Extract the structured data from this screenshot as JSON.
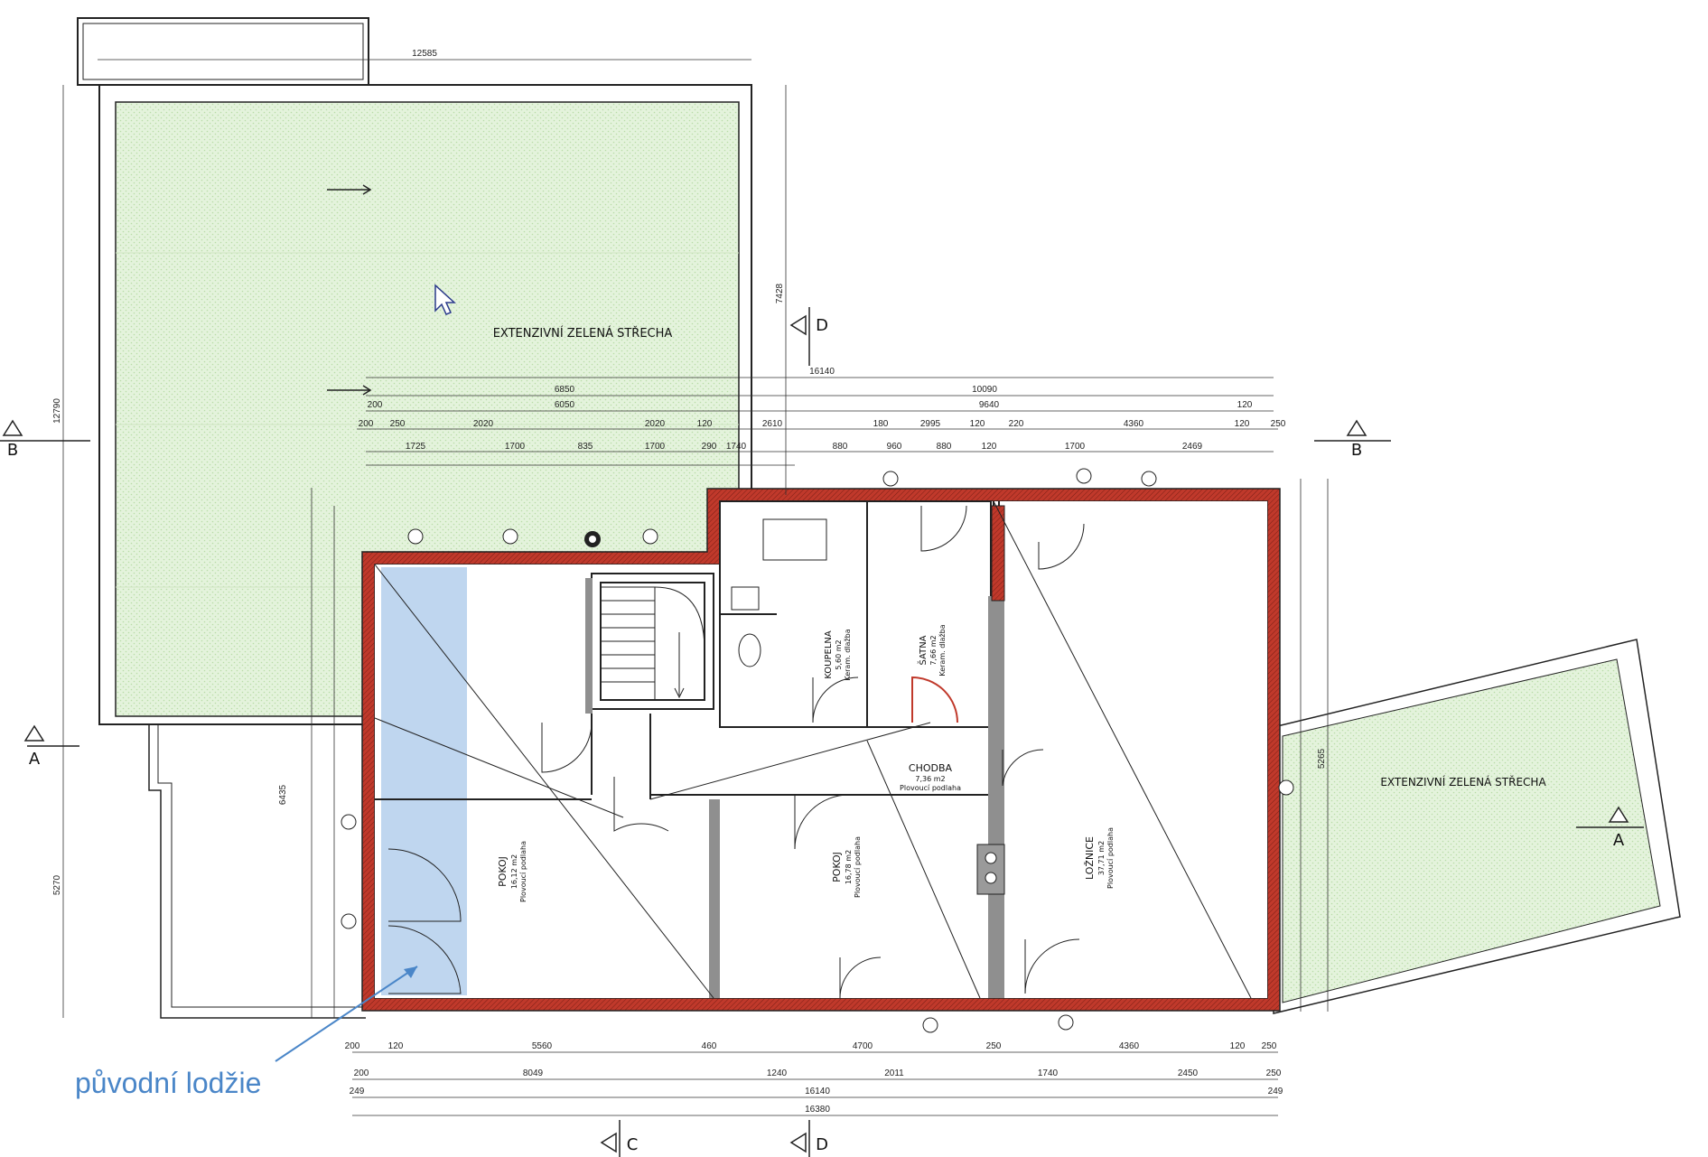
{
  "roof_labels": {
    "main": "EXTENZIVNÍ ZELENÁ STŘECHA",
    "right": "EXTENZIVNÍ ZELENÁ STŘECHA"
  },
  "section_markers": {
    "b_left": "B",
    "b_right": "B",
    "a_left": "A",
    "a_right": "A",
    "d_top": "D",
    "c_bottom": "C",
    "d_bottom": "D"
  },
  "rooms": [
    {
      "name": "POKOJ",
      "area": "16,12 m2",
      "floor": "Plovoucí podlaha"
    },
    {
      "name": "POKOJ",
      "area": "16,78 m2",
      "floor": "Plovoucí podlaha"
    },
    {
      "name": "LOŽNICE",
      "area": "37,71 m2",
      "floor": "Plovoucí podlaha"
    },
    {
      "name": "KOUPELNA",
      "area": "5,60 m2",
      "floor": "Keram. dlažba"
    },
    {
      "name": "ŠATNA",
      "area": "7,66 m2",
      "floor": "Keram. dlažba"
    },
    {
      "name": "CHODBA",
      "area": "7,36 m2",
      "floor": "Plovoucí podlaha"
    }
  ],
  "annotation": {
    "text": "původní lodžie"
  },
  "dimensions": {
    "top_total": "12585",
    "row1": "16140",
    "row2_a": "6850",
    "row2_b": "10090",
    "row3_a": "200",
    "row3_b": "6050",
    "row3_c": "9640",
    "row3_d": "120",
    "row4": [
      "200",
      "250",
      "2020",
      "2020",
      "120",
      "2610",
      "180",
      "2995",
      "120",
      "220",
      "4360",
      "120",
      "250"
    ],
    "row5": [
      "1725",
      "1700",
      "835",
      "1700",
      "290",
      "1740",
      "880",
      "960",
      "880",
      "120",
      "1700",
      "2469"
    ],
    "bottom_row1": [
      "200",
      "120",
      "5560",
      "460",
      "4700",
      "250",
      "4360",
      "120",
      "250"
    ],
    "bottom_row2": [
      "200",
      "8049",
      "1240",
      "2011",
      "1740",
      "2450",
      "250"
    ],
    "bottom_row3": [
      "249",
      "16140",
      "249"
    ],
    "bottom_total": "16380",
    "left_total": "12790",
    "left_mid": "5270",
    "left_lower": "6435",
    "right_a": "7428",
    "right_b": "5265"
  }
}
